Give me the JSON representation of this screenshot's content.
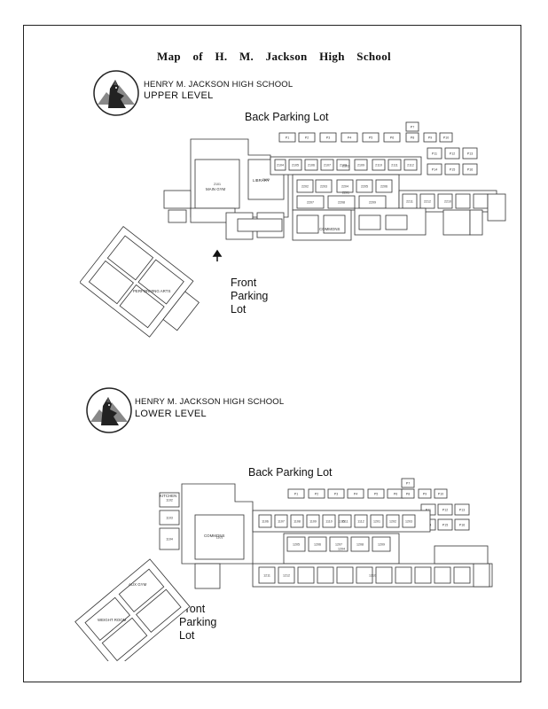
{
  "title": "Map of H. M. Jackson High School",
  "upper": {
    "school_name": "HENRY M. JACKSON HIGH SCHOOL",
    "level": "UPPER LEVEL",
    "back_lot": "Back Parking Lot",
    "front_lot": [
      "Front",
      "Parking",
      "Lot"
    ],
    "room_labels": [
      "P1",
      "P2",
      "P3",
      "P4",
      "P5",
      "P6",
      "P7",
      "P8",
      "P9",
      "P10",
      "P11",
      "P12",
      "P13",
      "P14",
      "P15",
      "P16",
      "2101",
      "2102",
      "2103",
      "2104",
      "2105",
      "2106",
      "2107",
      "2108",
      "2109",
      "2110",
      "2111",
      "2112",
      "2201",
      "2202",
      "2203",
      "2204",
      "2205",
      "2206",
      "2207",
      "2208",
      "2209",
      "2210",
      "2211",
      "2212"
    ],
    "area_labels": [
      "MAIN GYM",
      "COMMONS",
      "LIBRARY",
      "PERFORMING ARTS"
    ]
  },
  "lower": {
    "school_name": "HENRY M. JACKSON HIGH SCHOOL",
    "level": "LOWER LEVEL",
    "back_lot": "Back Parking Lot",
    "front_lot": [
      "Front",
      "Parking",
      "Lot"
    ],
    "room_labels": [
      "P1",
      "P2",
      "P3",
      "P4",
      "P5",
      "P6",
      "P7",
      "P8",
      "P9",
      "P10",
      "P11",
      "P12",
      "P13",
      "P14",
      "P15",
      "P16",
      "1101",
      "1102",
      "1103",
      "1104",
      "1105",
      "1106",
      "1107",
      "1108",
      "1109",
      "1110",
      "1111",
      "1112",
      "1201",
      "1202",
      "1203",
      "1204",
      "1205",
      "1206",
      "1207",
      "1208",
      "1209",
      "1210",
      "1211",
      "1212"
    ],
    "area_labels": [
      "COMMONS",
      "AUX GYM",
      "WEIGHT ROOM",
      "KITCHEN"
    ]
  }
}
